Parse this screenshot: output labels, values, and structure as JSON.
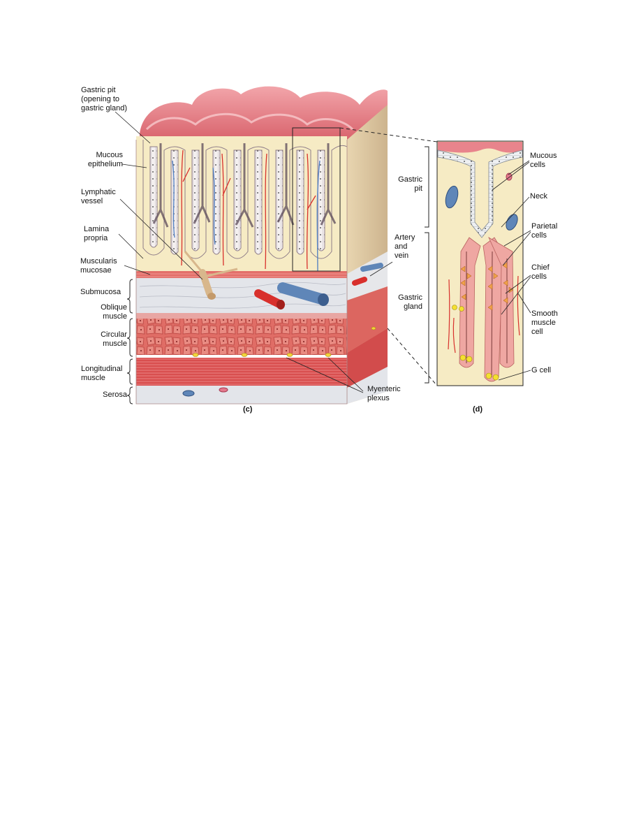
{
  "left_labels": {
    "gastric_pit": "Gastric pit\n(opening to\ngastric gland)",
    "mucous_epithelium": "Mucous\nepithelium",
    "lymphatic_vessel": "Lymphatic\nvessel",
    "lamina_propria": "Lamina\npropria",
    "muscularis_mucosae": "Muscularis\nmucosae",
    "submucosa": "Submucosa",
    "oblique_muscle": "Oblique\nmuscle",
    "circular_muscle": "Circular\nmuscle",
    "longitudinal_muscle": "Longitudinal\nmuscle",
    "serosa": "Serosa"
  },
  "middle_labels": {
    "artery_vein": "Artery\nand\nvein",
    "myenteric_plexus": "Myenteric\nplexus",
    "panel_c": "(c)"
  },
  "detail_labels": {
    "gastric_pit": "Gastric\npit",
    "gastric_gland": "Gastric\ngland",
    "mucous_cells": "Mucous\ncells",
    "neck": "Neck",
    "parietal_cells": "Parietal\ncells",
    "chief_cells": "Chief\ncells",
    "smooth_muscle_cell": "Smooth\nmuscle\ncell",
    "g_cell": "G cell",
    "panel_d": "(d)"
  },
  "colors": {
    "mucosa_pink": "#e8848c",
    "lamina_cream": "#f6ebc4",
    "muscle_red": "#d9595a",
    "submucosa_gray": "#e3e5ea",
    "vein_blue": "#5f86b8",
    "artery_red": "#d8302c",
    "lymph_tan": "#d8b78c",
    "parietal_orange": "#f0a24a",
    "g_cell_yellow": "#f4e030",
    "chief_pink": "#efa7a2"
  }
}
